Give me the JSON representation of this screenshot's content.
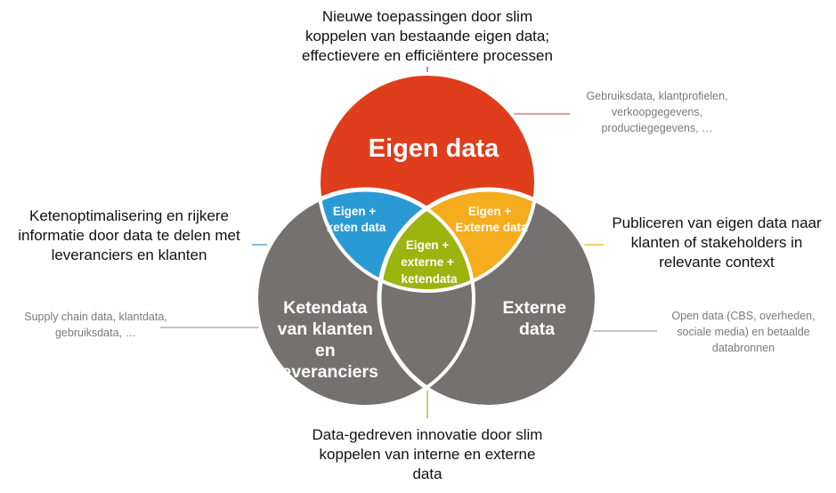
{
  "colors": {
    "eigen": "#df3d1c",
    "keten": "#757171",
    "externe": "#757171",
    "eigen_keten": "#2a9ad4",
    "eigen_externe": "#f5ad1e",
    "center": "#9bb40e",
    "border": "#ffffff",
    "line_top": "#c0392b",
    "line_left": "#2a9ad4",
    "line_right": "#f5ad1e",
    "line_bottom": "#9bb40e",
    "line_grey": "#8a8a8a"
  },
  "circles": {
    "eigen": "Eigen data",
    "keten": [
      "Ketendata",
      "van klanten",
      "en",
      "leveranciers"
    ],
    "externe": [
      "Externe",
      "data"
    ]
  },
  "intersections": {
    "eigen_keten": [
      "Eigen +",
      "keten data"
    ],
    "eigen_externe": [
      "Eigen +",
      "Externe data"
    ],
    "center": [
      "Eigen +",
      "externe +",
      "ketendata"
    ]
  },
  "callouts": {
    "top": [
      "Nieuwe toepassingen door slim",
      "koppelen van bestaande eigen data;",
      "effectievere en efficiëntere processen"
    ],
    "left": [
      "Ketenoptimalisering en rijkere",
      "informatie door data te delen met",
      "leveranciers en klanten"
    ],
    "right": [
      "Publiceren van eigen data naar",
      "klanten of stakeholders in",
      "relevante context"
    ],
    "bottom": [
      "Data-gedreven innovatie door slim",
      "koppelen van interne en externe",
      "data"
    ]
  },
  "examples": {
    "eigen": [
      "Gebruiksdata, klantprofielen,",
      "verkoopgegevens,",
      "productiegegevens, …"
    ],
    "keten": [
      "Supply chain data, klantdata,",
      "gebruiksdata, …"
    ],
    "externe": [
      "Open data (CBS, overheden,",
      "sociale media) en betaalde",
      "databronnen"
    ]
  }
}
